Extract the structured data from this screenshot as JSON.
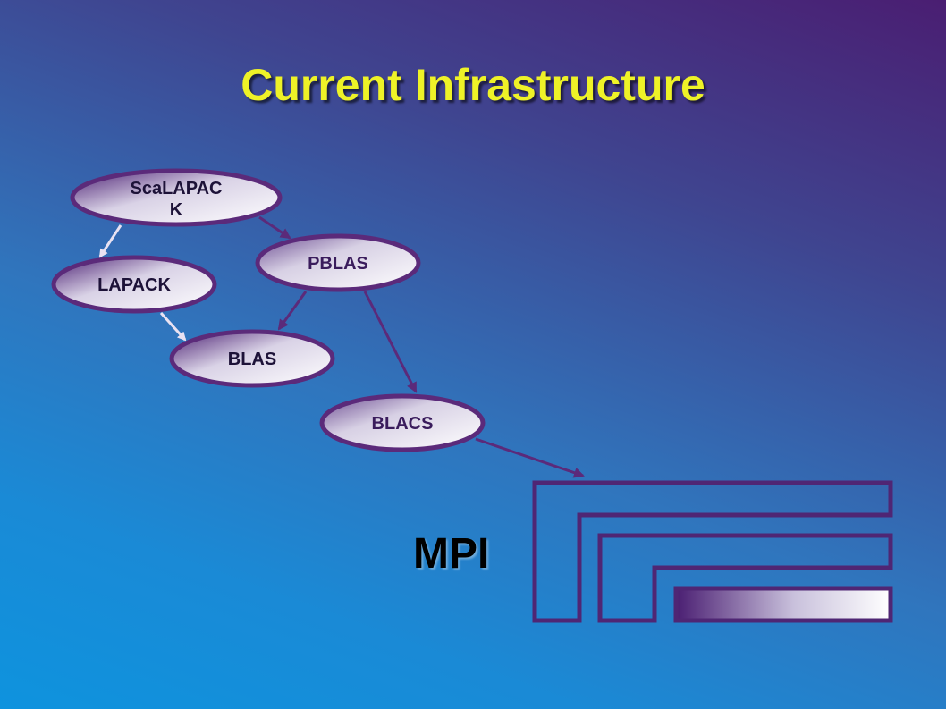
{
  "title": "Current Infrastructure",
  "nodes": {
    "scalapack": {
      "label_line1": "ScaLAPAC",
      "label_line2": "K"
    },
    "pblas": {
      "label": "PBLAS"
    },
    "lapack": {
      "label": "LAPACK"
    },
    "blas": {
      "label": "BLAS"
    },
    "blacs": {
      "label": "BLACS"
    }
  },
  "mpi": {
    "label": "MPI"
  },
  "colors": {
    "title": "#eef227",
    "node_border": "#5b2a7a",
    "node_fill_light": "#ffffff",
    "node_fill_dark": "#4a1e72",
    "arrow_light": "#e9e2f2",
    "arrow_dark": "#5b2a7a",
    "mpi_stroke": "#4f2674"
  },
  "edges": [
    {
      "from": "ScaLAPACK",
      "to": "LAPACK"
    },
    {
      "from": "ScaLAPACK",
      "to": "PBLAS"
    },
    {
      "from": "LAPACK",
      "to": "BLAS"
    },
    {
      "from": "PBLAS",
      "to": "BLAS"
    },
    {
      "from": "PBLAS",
      "to": "BLACS"
    },
    {
      "from": "BLACS",
      "to": "MPI"
    }
  ]
}
